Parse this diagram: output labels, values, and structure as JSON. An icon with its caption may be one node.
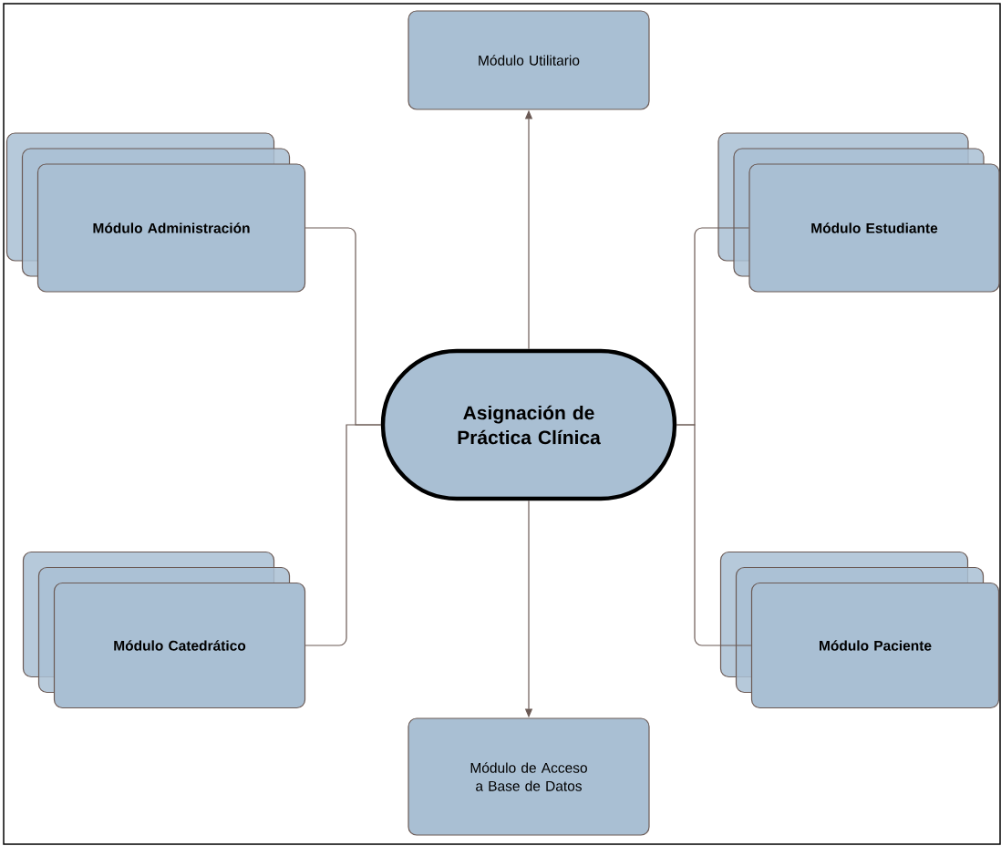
{
  "diagram": {
    "nodes": [
      {
        "text": [
          "Asignación de Práctica Clínica"
        ]
      },
      {
        "text": [
          "Módulo Utilitario"
        ]
      },
      {
        "text": [
          "Módulo Administración"
        ]
      },
      {
        "text": [
          "Módulo Estudiante"
        ]
      },
      {
        "text": [
          "Módulo Catedrático"
        ]
      },
      {
        "text": [
          "Módulo Paciente"
        ]
      },
      {
        "text": [
          "Módulo de Acceso a Base de Datos"
        ]
      }
    ],
    "edges": [
      {
        "from": 0,
        "to": 1,
        "arrow": "to"
      },
      {
        "from": 0,
        "to": 2,
        "arrow": "none"
      },
      {
        "from": 0,
        "to": 3,
        "arrow": "none"
      },
      {
        "from": 0,
        "to": 4,
        "arrow": "none"
      },
      {
        "from": 0,
        "to": 5,
        "arrow": "none"
      },
      {
        "from": 0,
        "to": 6,
        "arrow": "to"
      }
    ]
  }
}
